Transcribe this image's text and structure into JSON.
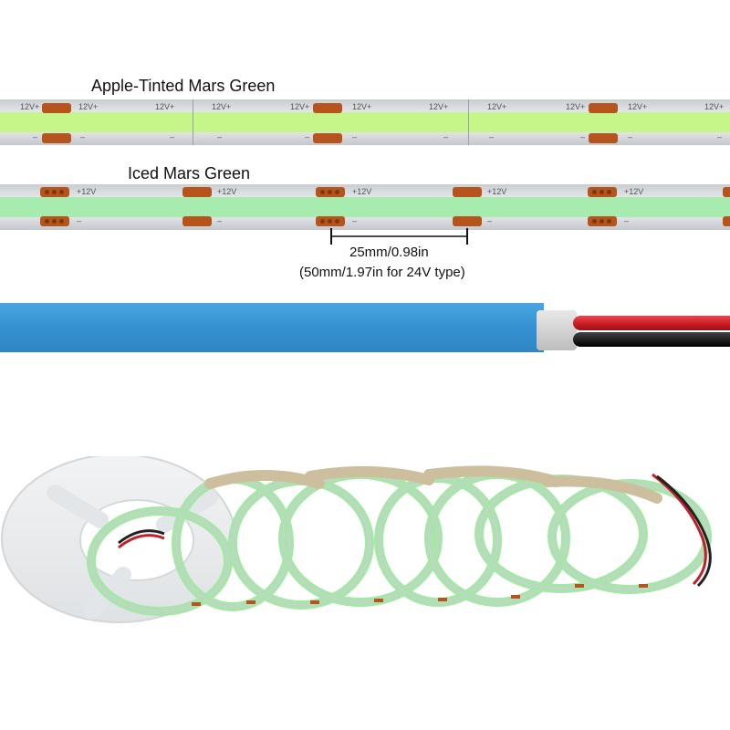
{
  "labels": {
    "strip1_title": "Apple-Tinted Mars Green",
    "strip2_title": "Iced Mars Green",
    "dimension_main": "25mm/0.98in",
    "dimension_sub": "(50mm/1.97in for 24V type)"
  },
  "strip1": {
    "marks_top": [
      "12V+",
      "12V+",
      "12V+",
      "12V+",
      "12V+",
      "12V+",
      "12V+",
      "12V+",
      "12V+",
      "12V+",
      "12V+"
    ],
    "mark_minus": "–",
    "glow_color": "#c6f58a"
  },
  "strip2": {
    "marks_top": [
      "+12V",
      "+12V",
      "+12V",
      "+12V",
      "+12V"
    ],
    "mark_minus": "–",
    "glow_color": "#a6ecae"
  },
  "colors": {
    "sleeve": "#3a97d6",
    "wire_red": "#d7202a",
    "wire_black": "#1d1d1d",
    "pad": "#b5541d"
  }
}
